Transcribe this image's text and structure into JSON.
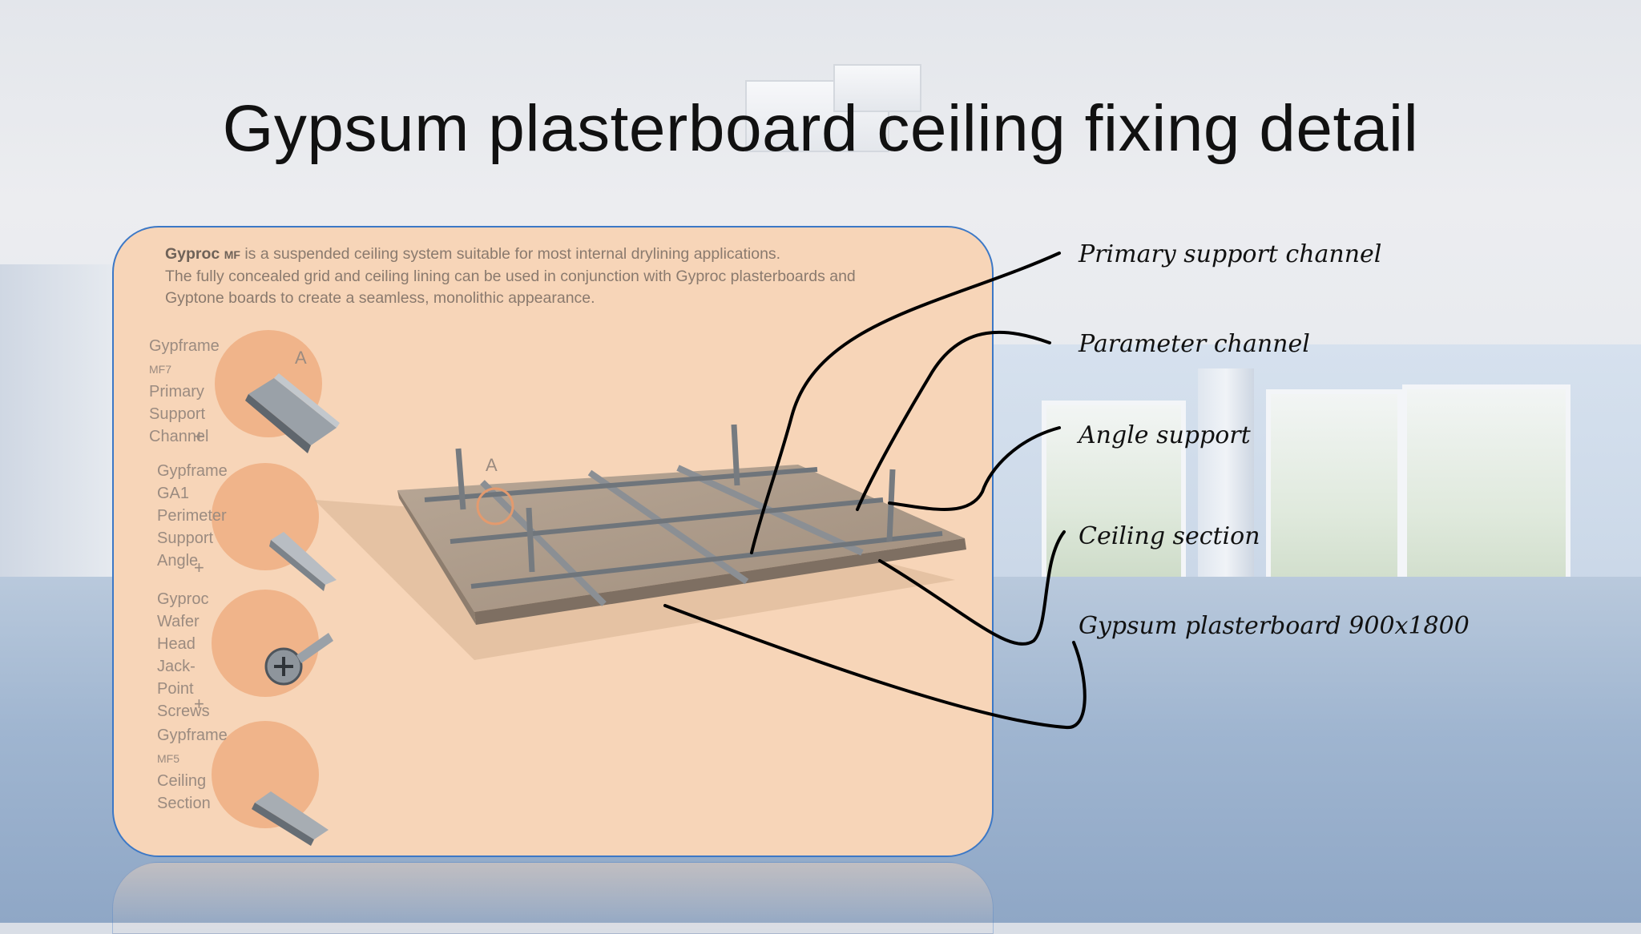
{
  "title": "Gypsum plasterboard ceiling fixing detail",
  "panel": {
    "intro_brand": "Gyproc",
    "intro_brand_code": "MF",
    "intro_line1_rest": " is a suspended ceiling system suitable for most internal drylining applications.",
    "intro_line2": "The fully concealed grid and ceiling lining can be used in conjunction with Gyproc plasterboards and",
    "intro_line3": "Gyptone boards to create a seamless, monolithic appearance.",
    "components": [
      {
        "name_prefix": "Gypframe ",
        "code": "MF7",
        "rest": "Primary Support\nChannel",
        "marker": "A"
      },
      {
        "name_prefix": "Gypframe GA1",
        "code": "",
        "rest": "Perimeter Support\nAngle",
        "marker": ""
      },
      {
        "name_prefix": "Gyproc Wafer",
        "code": "",
        "rest": "Head Jack-Point\nScrews",
        "marker": ""
      },
      {
        "name_prefix": "Gypframe ",
        "code": "MF5",
        "rest": "Ceiling Section",
        "marker": ""
      }
    ],
    "plus": "+",
    "diagram_marker": "A"
  },
  "callouts": [
    "Primary support channel",
    "Parameter channel",
    "Angle support",
    "Ceiling section",
    "Gypsum plasterboard 900x1800"
  ]
}
